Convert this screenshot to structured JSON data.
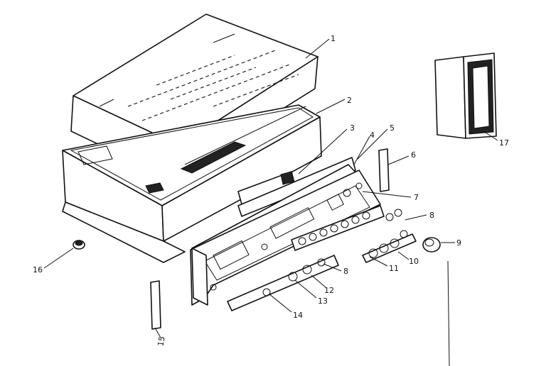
{
  "callouts": [
    {
      "id": "1",
      "label": "1"
    },
    {
      "id": "2",
      "label": "2"
    },
    {
      "id": "3",
      "label": "3"
    },
    {
      "id": "4",
      "label": "4"
    },
    {
      "id": "5",
      "label": "5"
    },
    {
      "id": "6",
      "label": "6"
    },
    {
      "id": "7",
      "label": "7"
    },
    {
      "id": "8a",
      "label": "8"
    },
    {
      "id": "8b",
      "label": "8"
    },
    {
      "id": "9",
      "label": "9"
    },
    {
      "id": "10",
      "label": "10"
    },
    {
      "id": "11",
      "label": "11"
    },
    {
      "id": "12",
      "label": "12"
    },
    {
      "id": "13",
      "label": "13"
    },
    {
      "id": "14",
      "label": "14"
    },
    {
      "id": "15",
      "label": "15"
    },
    {
      "id": "16",
      "label": "16"
    },
    {
      "id": "17",
      "label": "17"
    }
  ]
}
